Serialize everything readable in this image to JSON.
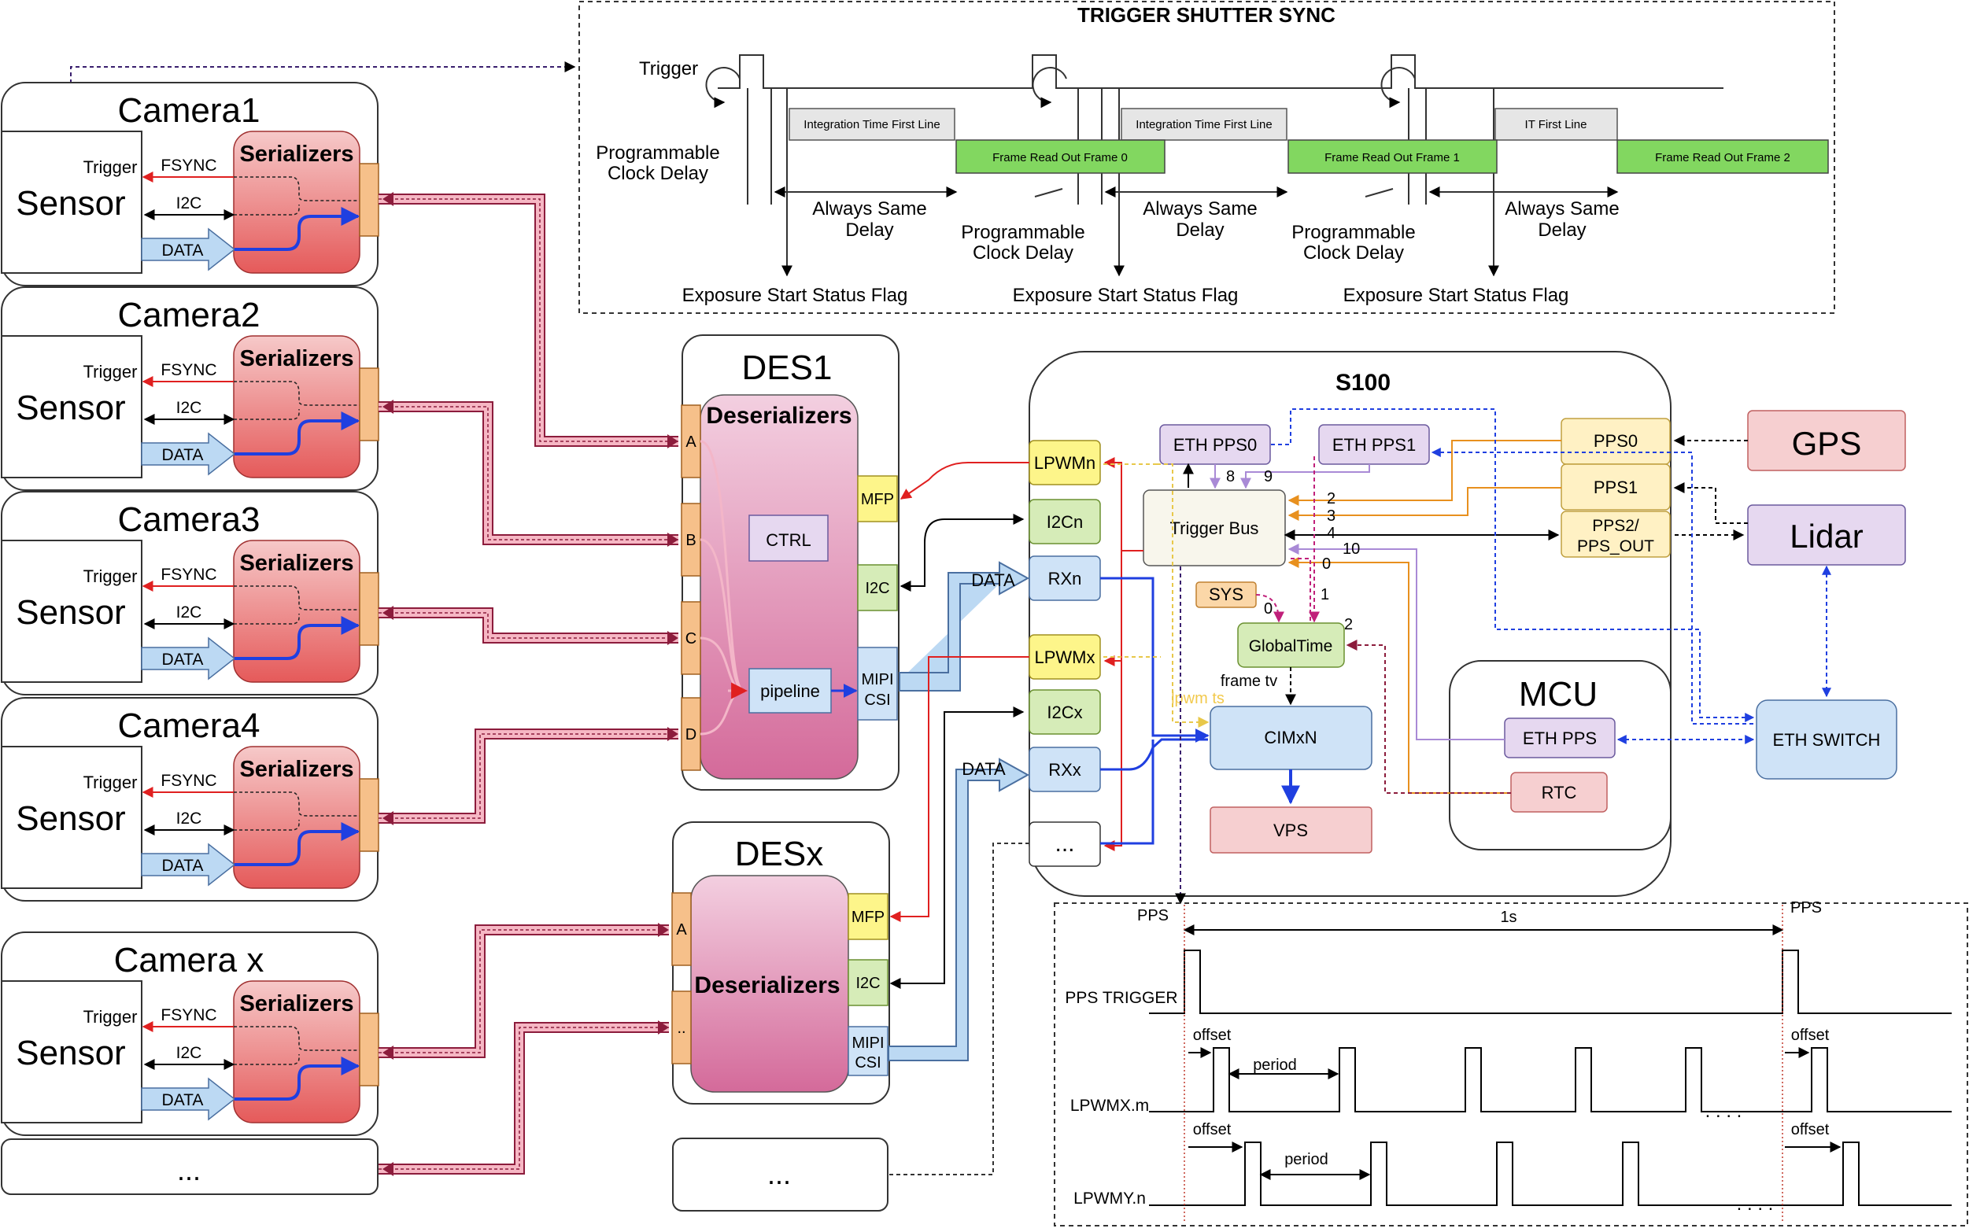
{
  "colors": {
    "data_blue": "#1f3fe0",
    "data_fill": "#bcd9f3",
    "red": "#e02020",
    "dark_red": "#8c1c3c",
    "gps_fill": "#f6cfd0",
    "lidar_fill": "#e6d8f0",
    "pps_fill": "#fff1c4",
    "green_fill": "#d6ecb8",
    "yellow_fill": "#fdf58a",
    "orange": "#e8901e",
    "purple": "#a98ad6",
    "magenta": "#c0207a",
    "frame_green": "#82d760"
  },
  "trigger_sync": {
    "title": "TRIGGER SHUTTER SYNC",
    "trigger": "Trigger",
    "prog_delay_left": [
      "Programmable",
      "Clock Delay"
    ],
    "prog_delay_mid": [
      "Programmable",
      "Clock Delay"
    ],
    "prog_delay_right": [
      "Programmable",
      "Clock Delay"
    ],
    "always_same": [
      "Always Same",
      "Delay"
    ],
    "integration_first_line": "Integration Time First Line",
    "it_first_line": "IT First Line",
    "frame0": "Frame Read Out Frame 0",
    "frame1": "Frame Read Out Frame 1",
    "frame2": "Frame Read Out Frame 2",
    "exposure_flag": "Exposure Start Status Flag"
  },
  "cameras": [
    {
      "title": "Camera1"
    },
    {
      "title": "Camera2"
    },
    {
      "title": "Camera3"
    },
    {
      "title": "Camera4"
    },
    {
      "title": "Camera x"
    }
  ],
  "camera_labels": {
    "sensor": "Sensor",
    "trigger": "Trigger",
    "fsync": "FSYNC",
    "i2c": "I2C",
    "data": "DATA",
    "serializers": "Serializers"
  },
  "ellipsis": "...",
  "des1": {
    "title": "DES1",
    "deserializers": "Deserializers",
    "ctrl": "CTRL",
    "pipeline": "pipeline",
    "mfp": "MFP",
    "i2c": "I2C",
    "mipi": [
      "MIPI",
      "CSI"
    ],
    "ports": [
      "A",
      "B",
      "C",
      "D"
    ]
  },
  "desx": {
    "title": "DESx",
    "deserializers": "Deserializers",
    "mfp": "MFP",
    "i2c": "I2C",
    "mipi": [
      "MIPI",
      "CSI"
    ],
    "ports": [
      "A",
      ".."
    ]
  },
  "data_arrow_label": "DATA",
  "s100": {
    "title": "S100",
    "lpwmn": "LPWMn",
    "i2cn": "I2Cn",
    "rxn": "RXn",
    "lpwmx": "LPWMx",
    "i2cx": "I2Cx",
    "rxx": "RXx",
    "more": "...",
    "eth_pps0": "ETH PPS0",
    "eth_pps1": "ETH PPS1",
    "trigger_bus": "Trigger Bus",
    "sys": "SYS",
    "global_time": "GlobalTime",
    "frame_tv": "frame tv",
    "lpwm_ts": "lpwm ts",
    "cimxn": "CIMxN",
    "vps": "VPS",
    "pps0": "PPS0",
    "pps1": "PPS1",
    "pps2": [
      "PPS2/",
      "PPS_OUT"
    ],
    "bus_numbers": [
      "8",
      "9",
      "2",
      "3",
      "4",
      "10",
      "0",
      "0",
      "1",
      "2"
    ]
  },
  "mcu": {
    "title": "MCU",
    "eth_pps": "ETH PPS",
    "rtc": "RTC"
  },
  "gps": "GPS",
  "lidar": "Lidar",
  "eth_switch": "ETH SWITCH",
  "timing": {
    "pps": "PPS",
    "pps_right": "PPS",
    "one_s": "1s",
    "pps_trigger": "PPS TRIGGER",
    "lpwmx_m": "LPWMX.m",
    "lpwmy_n": "LPWMY.n",
    "offset": "offset",
    "period": "period",
    "dots": ". . . ."
  }
}
